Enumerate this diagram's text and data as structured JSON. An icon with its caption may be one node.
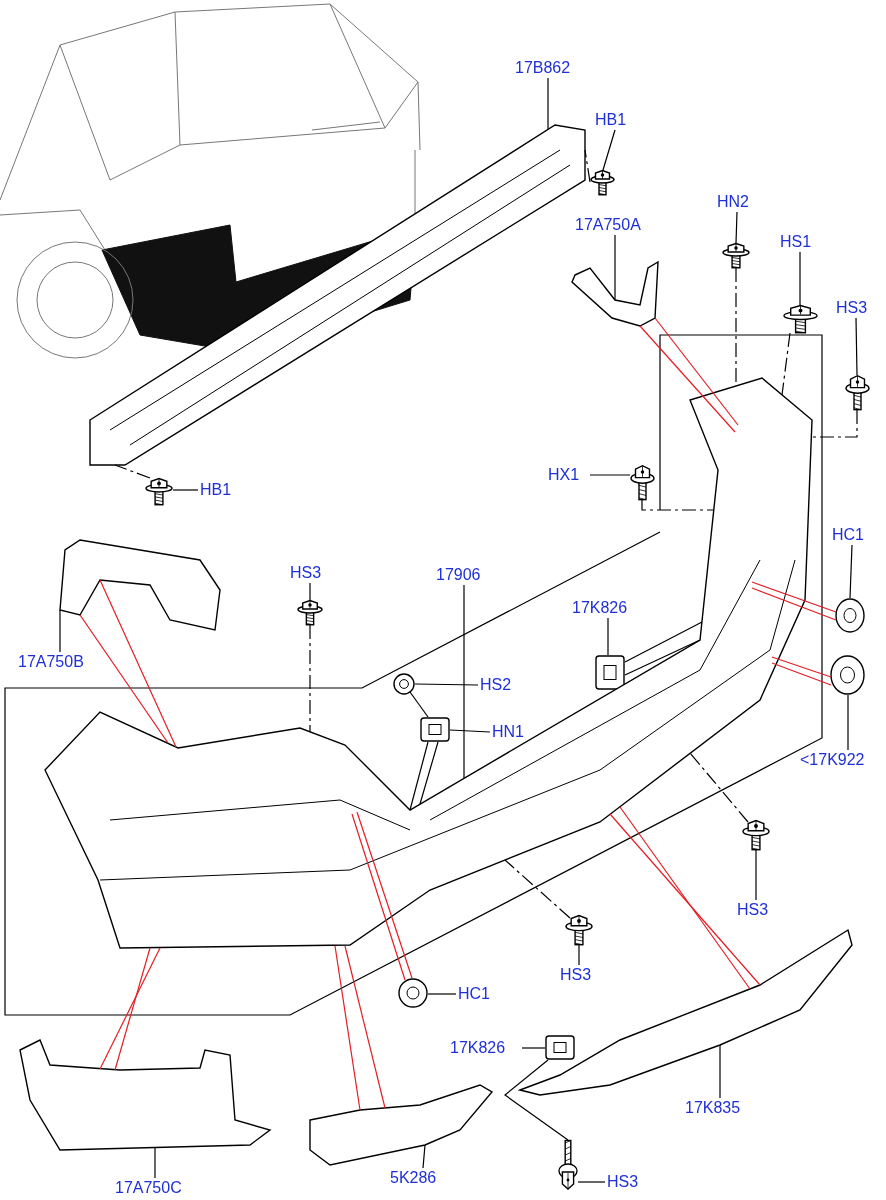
{
  "diagram": {
    "nodes": [
      {
        "text": [
          "17B862"
        ]
      },
      {
        "text": [],
        "shape": "picture"
      },
      {
        "text": [
          "HB1"
        ]
      },
      {
        "text": [],
        "shape": "picture"
      },
      {
        "text": [
          "17A750A"
        ]
      },
      {
        "text": [],
        "shape": "picture"
      },
      {
        "text": [
          "HN2"
        ]
      },
      {
        "text": [],
        "shape": "picture"
      },
      {
        "text": [
          "HS1"
        ]
      },
      {
        "text": [],
        "shape": "picture"
      },
      {
        "text": [
          "HS3"
        ]
      },
      {
        "text": [],
        "shape": "picture"
      },
      {
        "text": [
          "HX1"
        ]
      },
      {
        "text": [],
        "shape": "picture"
      },
      {
        "text": [
          "HB1"
        ]
      },
      {
        "text": [],
        "shape": "picture"
      },
      {
        "text": [
          "HC1"
        ]
      },
      {
        "text": [],
        "shape": "picture"
      },
      {
        "text": [],
        "shape": "picture"
      },
      {
        "text": [
          "HS3"
        ]
      },
      {
        "text": [
          "17906"
        ]
      },
      {
        "text": [],
        "shape": "picture"
      },
      {
        "text": [
          "17K826"
        ]
      },
      {
        "text": [],
        "shape": "picture"
      },
      {
        "text": [
          "17A750B"
        ]
      },
      {
        "text": [],
        "shape": "picture"
      },
      {
        "text": [
          "HS2"
        ]
      },
      {
        "text": [],
        "shape": "picture"
      },
      {
        "text": [
          "HN1"
        ]
      },
      {
        "text": [],
        "shape": "picture"
      },
      {
        "text": [],
        "shape": "picture"
      },
      {
        "text": [
          "<17K922"
        ]
      },
      {
        "text": [],
        "shape": "picture"
      },
      {
        "text": [
          "HS3"
        ]
      },
      {
        "text": [],
        "shape": "picture"
      },
      {
        "text": [
          "HS3"
        ]
      },
      {
        "text": [],
        "shape": "picture"
      },
      {
        "text": [
          "HC1"
        ]
      },
      {
        "text": [],
        "shape": "picture"
      },
      {
        "text": [],
        "shape": "picture"
      },
      {
        "text": [
          "17K826"
        ]
      },
      {
        "text": [],
        "shape": "picture"
      },
      {
        "text": [],
        "shape": "picture"
      },
      {
        "text": [
          "17K835"
        ]
      },
      {
        "text": [],
        "shape": "picture"
      },
      {
        "text": [
          "HS3"
        ]
      },
      {
        "text": [
          "17A750C"
        ]
      },
      {
        "text": [
          "5K286"
        ]
      }
    ],
    "edges": [
      {
        "from": 0,
        "to": 1,
        "arrow": "none"
      },
      {
        "from": 2,
        "to": 3,
        "arrow": "none"
      },
      {
        "from": 4,
        "to": 5,
        "arrow": "none"
      },
      {
        "from": 6,
        "to": 7,
        "arrow": "none"
      },
      {
        "from": 8,
        "to": 9,
        "arrow": "none"
      },
      {
        "from": 10,
        "to": 11,
        "arrow": "none"
      },
      {
        "from": 12,
        "to": 13,
        "arrow": "none"
      },
      {
        "from": 14,
        "to": 15,
        "arrow": "none"
      },
      {
        "from": 16,
        "to": 17,
        "arrow": "none"
      },
      {
        "from": 19,
        "to": 21,
        "arrow": "none"
      },
      {
        "from": 20,
        "to": 30,
        "arrow": "none"
      },
      {
        "from": 22,
        "to": 23,
        "arrow": "none"
      },
      {
        "from": 24,
        "to": 18,
        "arrow": "none"
      },
      {
        "from": 31,
        "to": 25,
        "arrow": "none"
      },
      {
        "from": 26,
        "to": 27,
        "arrow": "none"
      },
      {
        "from": 28,
        "to": 29,
        "arrow": "none"
      },
      {
        "from": 33,
        "to": 32,
        "arrow": "none"
      },
      {
        "from": 35,
        "to": 34,
        "arrow": "none"
      },
      {
        "from": 37,
        "to": 36,
        "arrow": "none"
      },
      {
        "from": 46,
        "to": 38,
        "arrow": "none"
      },
      {
        "from": 47,
        "to": 39,
        "arrow": "none"
      },
      {
        "from": 40,
        "to": 41,
        "arrow": "none"
      },
      {
        "from": 43,
        "to": 42,
        "arrow": "none"
      },
      {
        "from": 45,
        "to": 44,
        "arrow": "none"
      },
      {
        "from": 3,
        "to": 1,
        "arrow": "none",
        "style": "dashed"
      },
      {
        "from": 15,
        "to": 1,
        "arrow": "none",
        "style": "dashed"
      },
      {
        "from": 7,
        "to": 30,
        "arrow": "none",
        "style": "dashed"
      },
      {
        "from": 9,
        "to": 30,
        "arrow": "none",
        "style": "dashed"
      },
      {
        "from": 11,
        "to": 30,
        "arrow": "none",
        "style": "dashed"
      },
      {
        "from": 13,
        "to": 30,
        "arrow": "none",
        "style": "dashed"
      },
      {
        "from": 21,
        "to": 30,
        "arrow": "none",
        "style": "dashed"
      },
      {
        "from": 32,
        "to": 30,
        "arrow": "none",
        "style": "dashed"
      },
      {
        "from": 34,
        "to": 30,
        "arrow": "none",
        "style": "dashed"
      },
      {
        "from": 5,
        "to": 30,
        "arrow": "none",
        "color": "#e31e24"
      },
      {
        "from": 5,
        "to": 30,
        "arrow": "none",
        "color": "#e31e24"
      },
      {
        "from": 18,
        "to": 30,
        "arrow": "none",
        "color": "#e31e24"
      },
      {
        "from": 18,
        "to": 30,
        "arrow": "none",
        "color": "#e31e24"
      },
      {
        "from": 38,
        "to": 30,
        "arrow": "none",
        "color": "#e31e24"
      },
      {
        "from": 38,
        "to": 30,
        "arrow": "none",
        "color": "#e31e24"
      },
      {
        "from": 39,
        "to": 30,
        "arrow": "none",
        "color": "#e31e24"
      },
      {
        "from": 39,
        "to": 30,
        "arrow": "none",
        "color": "#e31e24"
      },
      {
        "from": 42,
        "to": 30,
        "arrow": "none",
        "color": "#e31e24"
      },
      {
        "from": 42,
        "to": 30,
        "arrow": "none",
        "color": "#e31e24"
      },
      {
        "from": 36,
        "to": 30,
        "arrow": "none",
        "color": "#e31e24"
      },
      {
        "from": 36,
        "to": 30,
        "arrow": "none",
        "color": "#e31e24"
      },
      {
        "from": 17,
        "to": 30,
        "arrow": "none",
        "color": "#e31e24"
      },
      {
        "from": 17,
        "to": 30,
        "arrow": "none",
        "color": "#e31e24"
      },
      {
        "from": 25,
        "to": 30,
        "arrow": "none",
        "color": "#e31e24"
      },
      {
        "from": 25,
        "to": 30,
        "arrow": "none",
        "color": "#e31e24"
      },
      {
        "from": 23,
        "to": 30,
        "arrow": "none"
      },
      {
        "from": 23,
        "to": 30,
        "arrow": "none"
      },
      {
        "from": 29,
        "to": 30,
        "arrow": "none"
      },
      {
        "from": 29,
        "to": 30,
        "arrow": "none"
      },
      {
        "from": 27,
        "to": 29,
        "arrow": "none"
      },
      {
        "from": 41,
        "to": 44,
        "arrow": "none"
      }
    ]
  }
}
